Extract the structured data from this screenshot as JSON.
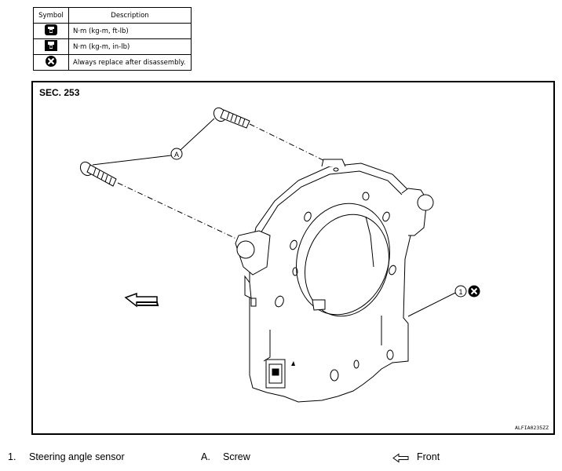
{
  "legend": {
    "header_symbol": "Symbol",
    "header_description": "Description",
    "rows": [
      {
        "icon": "torque-wrench-icon",
        "text": "N·m (kg-m, ft-lb)"
      },
      {
        "icon": "torque-wrench-small-icon",
        "text": "N·m (kg-m, in-lb)"
      },
      {
        "icon": "always-replace-icon",
        "text": "Always replace after disassembly."
      }
    ]
  },
  "figure": {
    "section": "SEC. 253",
    "code": "ALFIA0235ZZ",
    "callout_a": "A",
    "callout_1": "1"
  },
  "captions": [
    {
      "num": "1.",
      "text": "Steering angle sensor"
    },
    {
      "num": "A.",
      "text": "Screw"
    },
    {
      "num": "",
      "text": "Front",
      "icon": "front-arrow-icon"
    }
  ]
}
